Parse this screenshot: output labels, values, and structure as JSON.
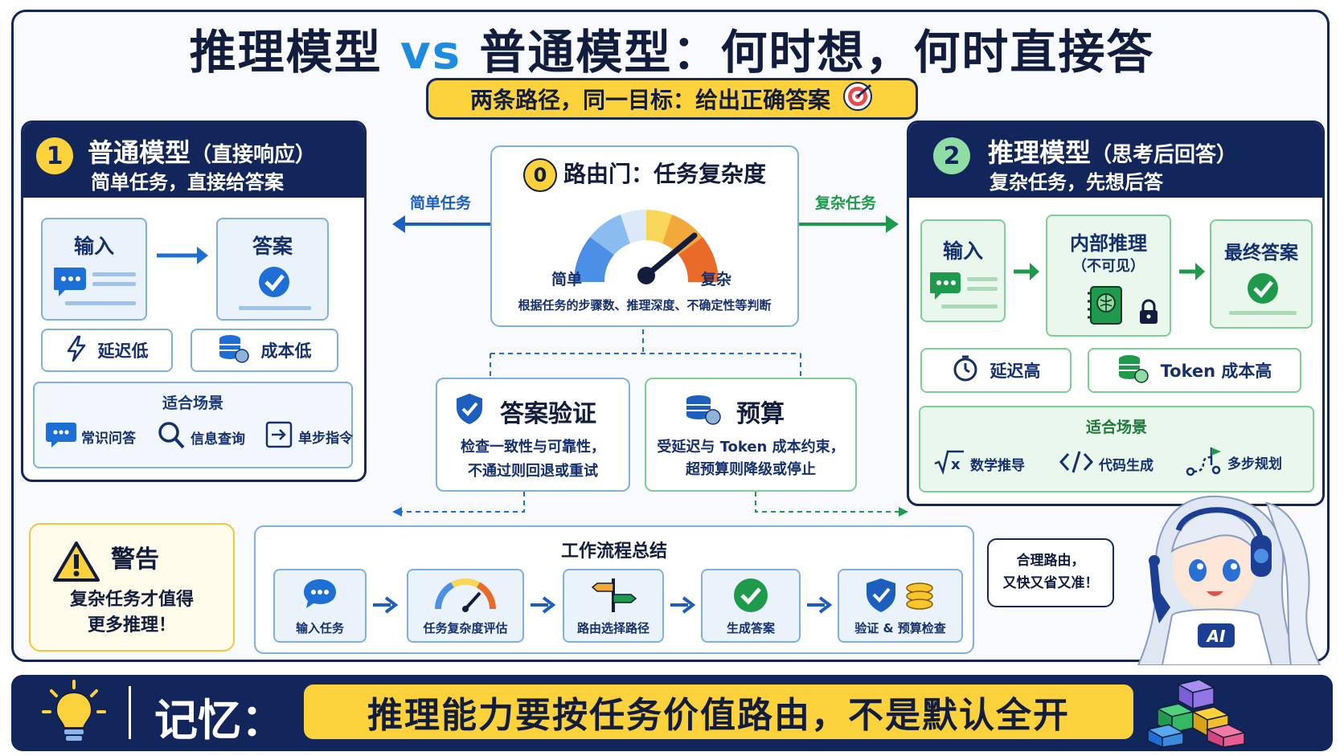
{
  "title": {
    "part1": "推理模型",
    "vs": "vs",
    "part2": "普通模型：何时想，何时直接答"
  },
  "subtitle": "两条路径，同一目标：给出正确答案",
  "left_panel": {
    "number": "1",
    "title": "普通模型",
    "title_note": "（直接响应）",
    "subtitle": "简单任务，直接给答案",
    "input_label": "输入",
    "answer_label": "答案",
    "latency": "延迟低",
    "cost": "成本低",
    "scenarios_label": "适合场景",
    "scenarios": [
      "常识问答",
      "信息查询",
      "单步指令"
    ]
  },
  "router": {
    "number": "0",
    "title": "路由门：任务复杂度",
    "simple": "简单",
    "complex": "复杂",
    "note": "根据任务的步骤数、推理深度、不确定性等判断",
    "left_arrow": "简单任务",
    "right_arrow": "复杂任务"
  },
  "right_panel": {
    "number": "2",
    "title": "推理模型",
    "title_note": "（思考后回答）",
    "subtitle": "复杂任务，先想后答",
    "input_label": "输入",
    "reasoning_label": "内部推理",
    "reasoning_note": "（不可见）",
    "final_label": "最终答案",
    "latency": "延迟高",
    "cost": "Token 成本高",
    "scenarios_label": "适合场景",
    "scenarios": [
      "数学推导",
      "代码生成",
      "多步规划"
    ]
  },
  "verify_card": {
    "title": "答案验证",
    "lines": [
      "检查一致性与可靠性，",
      "不通过则回退或重试"
    ]
  },
  "budget_card": {
    "title": "预算",
    "lines": [
      "受延迟与 Token 成本约束，",
      "超预算则降级或停止"
    ]
  },
  "warning": {
    "title": "警告",
    "lines": [
      "复杂任务才值得",
      "更多推理！"
    ]
  },
  "flow": {
    "title": "工作流程总结",
    "steps": [
      "输入任务",
      "任务复杂度评估",
      "路由选择路径",
      "生成答案",
      "验证 & 预算检查"
    ]
  },
  "bubble": {
    "lines": [
      "合理路由，",
      "又快又省又准！"
    ]
  },
  "mascot_badge": "AI",
  "memory": {
    "label": "记忆：",
    "text": "推理能力要按任务价值路由，不是默认全开"
  },
  "colors": {
    "navy": "#13265c",
    "yellow": "#fcd23c",
    "blue": "#1d8be0",
    "green": "#1f9a4c",
    "light_blue": "#eaf3fc",
    "light_green": "#e9f7ec"
  }
}
